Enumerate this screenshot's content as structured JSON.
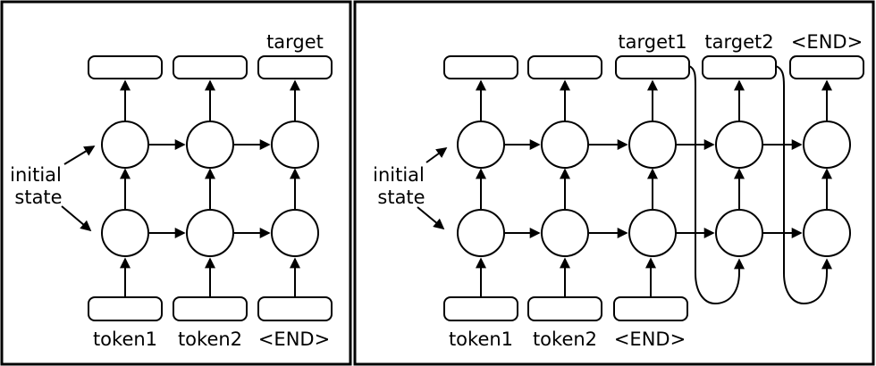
{
  "figure": {
    "type": "diagram",
    "subject": "two-layer recurrent network unrolled over time, training (left) and generation with output feedback (right)"
  },
  "left_panel": {
    "initial_state": {
      "line1": "initial",
      "line2": "state"
    },
    "target_label": "target",
    "inputs": [
      "token1",
      "token2",
      "<END>"
    ]
  },
  "right_panel": {
    "initial_state": {
      "line1": "initial",
      "line2": "state"
    },
    "outputs": [
      "target1",
      "target2",
      "<END>"
    ],
    "inputs": [
      "token1",
      "token2",
      "<END>"
    ]
  },
  "style": {
    "stroke_color": "#000000",
    "node_fill": "#ffffff",
    "background": "#ffffff"
  }
}
